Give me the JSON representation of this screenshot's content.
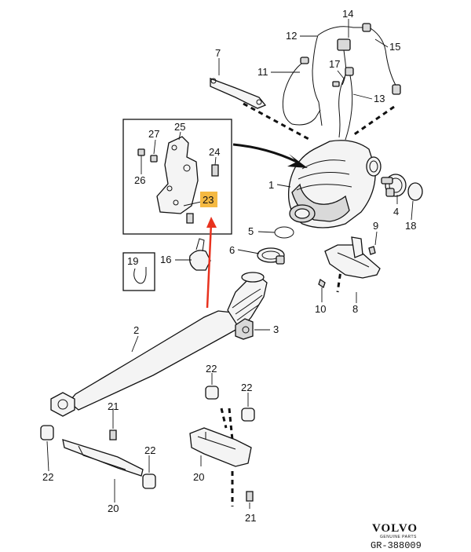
{
  "callouts": {
    "c1": "1",
    "c2": "2",
    "c3": "3",
    "c4": "4",
    "c5": "5",
    "c6": "6",
    "c7": "7",
    "c8": "8",
    "c9": "9",
    "c10": "10",
    "c11": "11",
    "c12": "12",
    "c13": "13",
    "c14": "14",
    "c15": "15",
    "c16": "16",
    "c17": "17",
    "c18": "18",
    "c19": "19",
    "c20a": "20",
    "c20b": "20",
    "c21a": "21",
    "c21b": "21",
    "c22a": "22",
    "c22b": "22",
    "c22c": "22",
    "c22d": "22",
    "c23": "23",
    "c24": "24",
    "c25": "25",
    "c26": "26",
    "c27": "27"
  },
  "brand": {
    "name": "VOLVO",
    "tagline": "GENUINE PARTS"
  },
  "drawing_code": "GR-388009",
  "colors": {
    "highlight": "#f5b942",
    "arrow": "#e8321e",
    "line": "#111111"
  }
}
